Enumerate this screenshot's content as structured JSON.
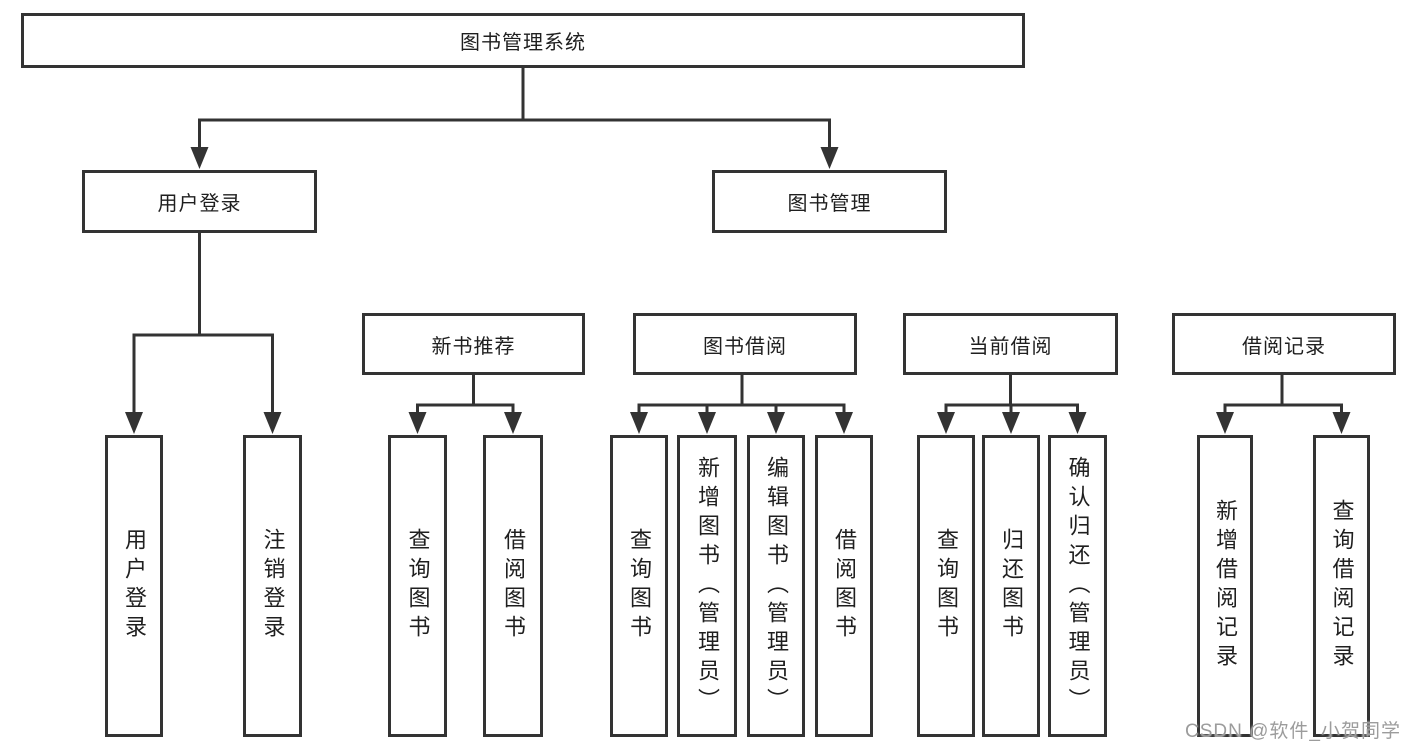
{
  "palette": {
    "background": "#ffffff",
    "line": "#333333",
    "box_border": "#333333",
    "box_fill": "#ffffff",
    "text": "#1f1f1f",
    "watermark": "#9c9c9c"
  },
  "tree": {
    "root": {
      "label": "图书管理系统"
    },
    "branches": [
      {
        "label": "用户登录",
        "children": [
          {
            "label": "用户登录"
          },
          {
            "label": "注销登录"
          }
        ]
      },
      {
        "label": "图书管理",
        "children": [
          {
            "label": "新书推荐",
            "children": [
              {
                "label": "查询图书"
              },
              {
                "label": "借阅图书"
              }
            ]
          },
          {
            "label": "图书借阅",
            "children": [
              {
                "label": "查询图书"
              },
              {
                "label": "新增图书（管理员）"
              },
              {
                "label": "编辑图书（管理员）"
              },
              {
                "label": "借阅图书"
              }
            ]
          },
          {
            "label": "当前借阅",
            "children": [
              {
                "label": "查询图书"
              },
              {
                "label": "归还图书"
              },
              {
                "label": "确认归还（管理员）"
              }
            ]
          },
          {
            "label": "借阅记录",
            "children": [
              {
                "label": "新增借阅记录"
              },
              {
                "label": "查询借阅记录"
              }
            ]
          }
        ]
      }
    ]
  },
  "watermark": {
    "text": "CSDN @软件_小贺同学"
  }
}
